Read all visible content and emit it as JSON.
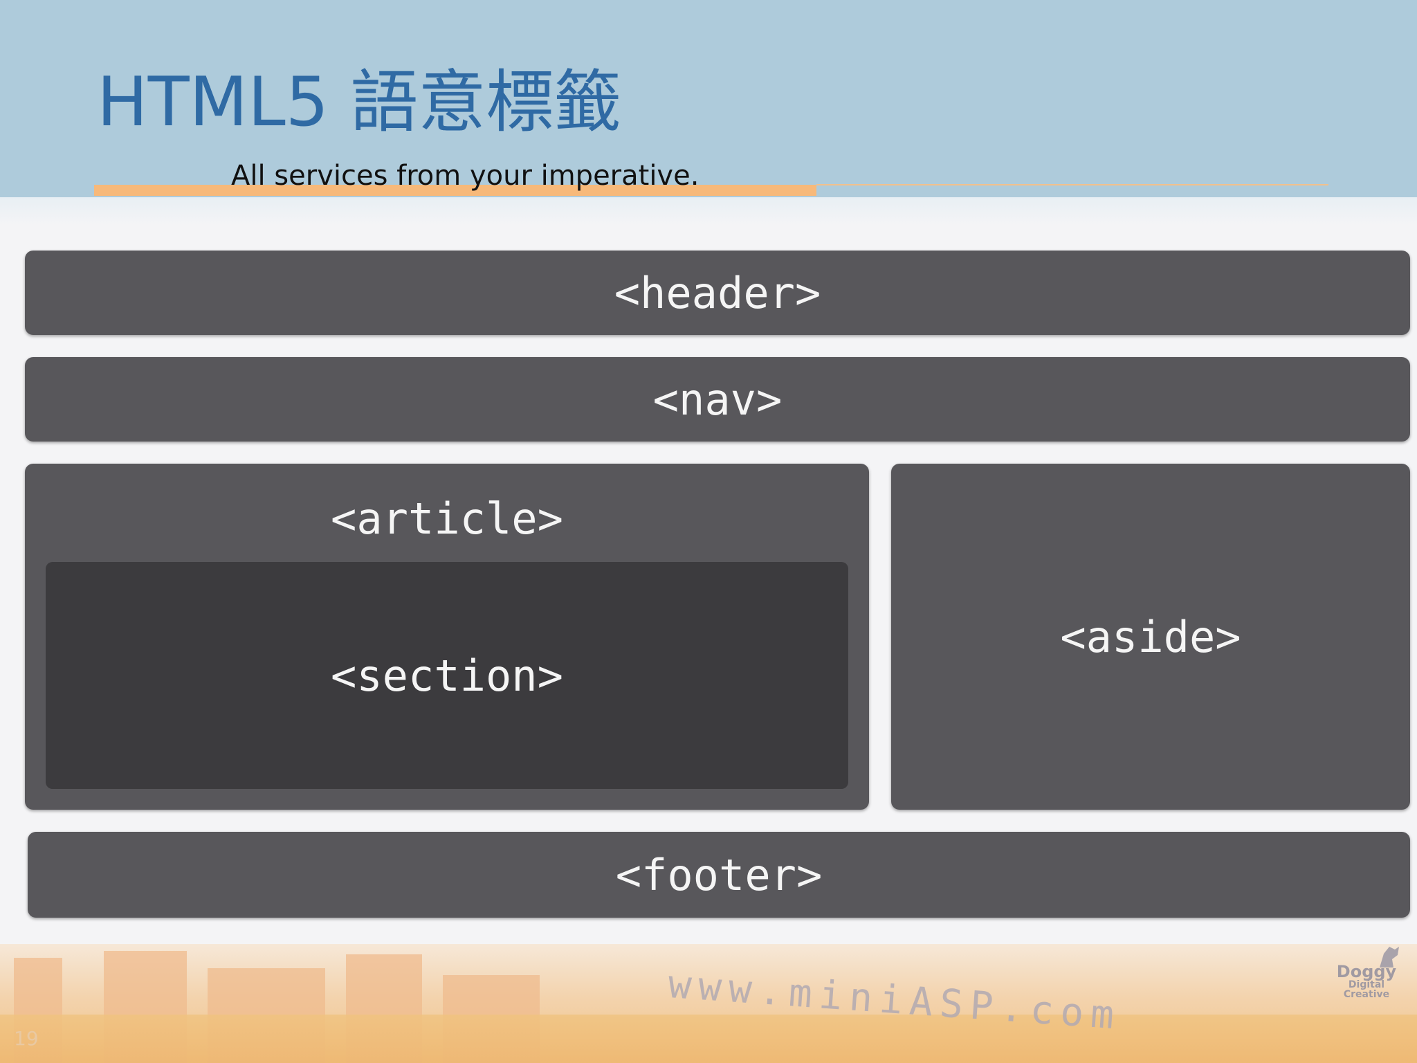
{
  "slide": {
    "title": "HTML5 語意標籤",
    "subtitle": "All services from your imperative.",
    "page_number": "19"
  },
  "layout_boxes": {
    "header": "<header>",
    "nav": "<nav>",
    "article": "<article>",
    "section": "<section>",
    "aside": "<aside>",
    "footer": "<footer>"
  },
  "footer_art": {
    "watermark": "www.miniASP.com",
    "logo_main": "Doggy",
    "logo_sub1": "Digital",
    "logo_sub2": "Creative"
  },
  "colors": {
    "top_band": "#aecbdb",
    "title": "#2f6aa4",
    "accent": "#f7b97a",
    "box": "#58575b",
    "section_box": "#3c3b3e",
    "box_text": "#f5f5f5"
  }
}
